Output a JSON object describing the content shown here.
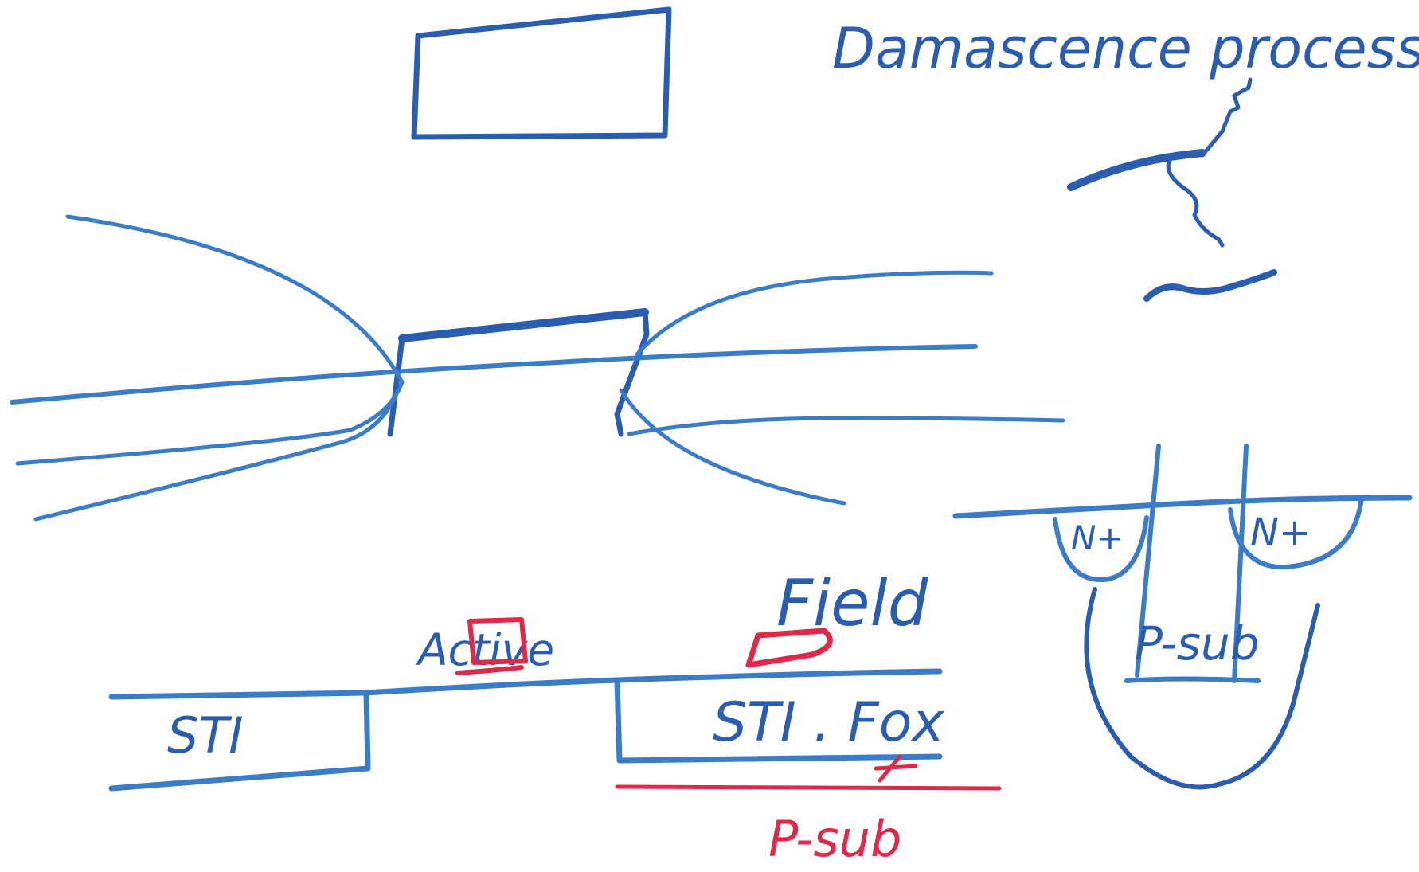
{
  "labels": {
    "title": "Damascence process",
    "active": "Active",
    "field": "Field",
    "sti_left": "STI",
    "sti_fox": "STI . Fox",
    "p_sub_red": "P-sub",
    "n_plus_left": "N+",
    "n_plus_right": "N+",
    "p_sub_blue": "P-sub"
  },
  "colors": {
    "blue_ink": "#2a5db0",
    "light_blue_ink": "#3b7cc9",
    "red_ink": "#e0284a"
  }
}
